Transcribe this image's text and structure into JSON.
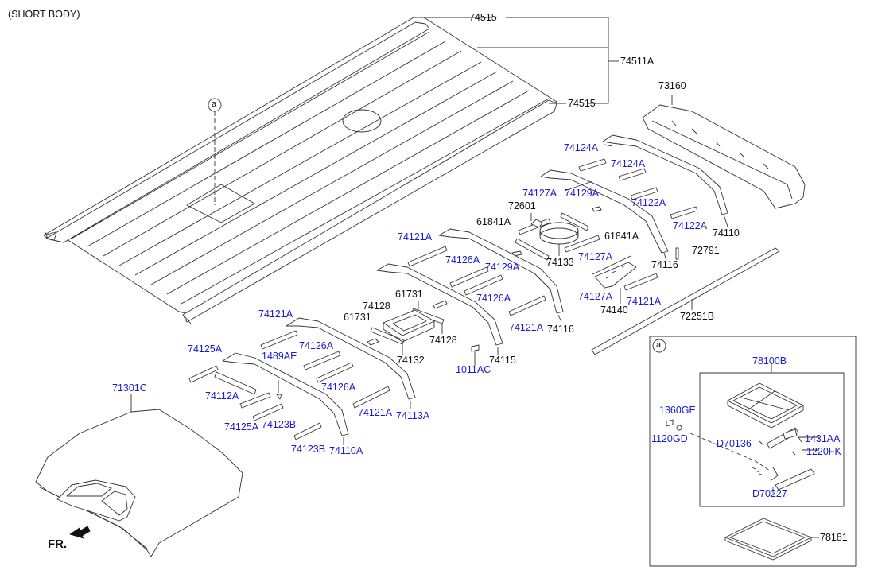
{
  "header": "(SHORT BODY)",
  "front_label": "FR.",
  "callout_symbol": "a",
  "parts": {
    "p74515_top": "74515",
    "p74511A": "74511A",
    "p74515_bot": "74515",
    "p73160": "73160",
    "p74124A_1": "74124A",
    "p74124A_2": "74124A",
    "p74122A_1": "74122A",
    "p74122A_2": "74122A",
    "p74110": "74110",
    "p72791": "72791",
    "p74116_1": "74116",
    "p74127A_1": "74127A",
    "p74129A_1": "74129A",
    "p72601": "72601",
    "p61841A_1": "61841A",
    "p61841A_2": "61841A",
    "p74129A_2": "74129A",
    "p74133": "74133",
    "p74127A_2": "74127A",
    "p74127A_3": "74127A",
    "p74121A_1": "74121A",
    "p74140": "74140",
    "p72251B": "72251B",
    "p74121A_top": "74121A",
    "p74126A_1": "74126A",
    "p74126A_2": "74126A",
    "p61731_1": "61731",
    "p74128_1": "74128",
    "p61731_2": "61731",
    "p74128_2": "74128",
    "p74121A_2": "74121A",
    "p74116_2": "74116",
    "p74132": "74132",
    "p74115": "74115",
    "p1011AC": "1011AC",
    "p74121A_3": "74121A",
    "p74126A_3": "74126A",
    "p74126A_4": "74126A",
    "p74125A_1": "74125A",
    "p1489AE": "1489AE",
    "p74112A": "74112A",
    "p74121A_4": "74121A",
    "p74113A": "74113A",
    "p74125A_2": "74125A",
    "p74123B_1": "74123B",
    "p74123B_2": "74123B",
    "p74110A": "74110A",
    "p71301C": "71301C",
    "p78100B": "78100B",
    "p1360GE": "1360GE",
    "p1120GD": "1120GD",
    "pD70136": "D70136",
    "p1431AA": "1431AA",
    "p1220FK": "1220FK",
    "pD70227": "D70227",
    "p78181": "78181"
  }
}
